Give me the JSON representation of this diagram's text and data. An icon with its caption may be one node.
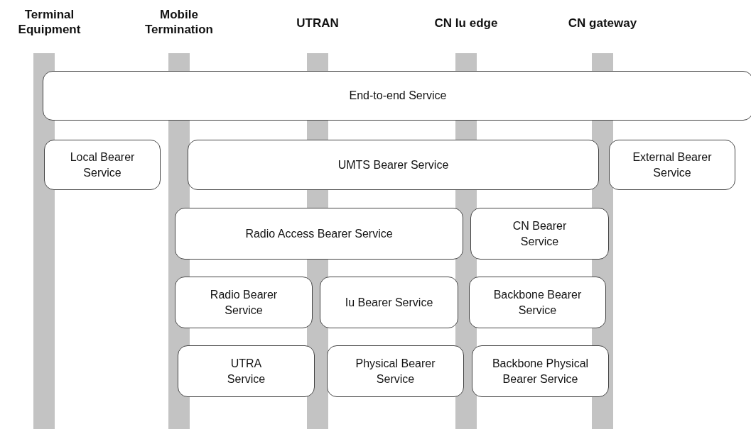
{
  "diagram": {
    "nodes": [
      {
        "text": [
          "Terminal Equipment"
        ]
      },
      {
        "text": [
          "Mobile Termination"
        ]
      },
      {
        "text": [
          "UTRAN"
        ]
      },
      {
        "text": [
          "CN Iu edge"
        ]
      },
      {
        "text": [
          "CN gateway"
        ]
      },
      {
        "text": [
          "End-to-end Service"
        ]
      },
      {
        "text": [
          "Local Bearer Service"
        ]
      },
      {
        "text": [
          "UMTS Bearer Service"
        ]
      },
      {
        "text": [
          "External Bearer Service"
        ]
      },
      {
        "text": [
          "Radio Access Bearer Service"
        ]
      },
      {
        "text": [
          "CN Bearer Service"
        ]
      },
      {
        "text": [
          "Radio Bearer Service"
        ]
      },
      {
        "text": [
          "Iu Bearer Service"
        ]
      },
      {
        "text": [
          "Backbone Bearer Service"
        ]
      },
      {
        "text": [
          "UTRA Service"
        ]
      },
      {
        "text": [
          "Physical Bearer Service"
        ]
      },
      {
        "text": [
          "Backbone Physical Bearer Service"
        ]
      }
    ],
    "edges": []
  }
}
